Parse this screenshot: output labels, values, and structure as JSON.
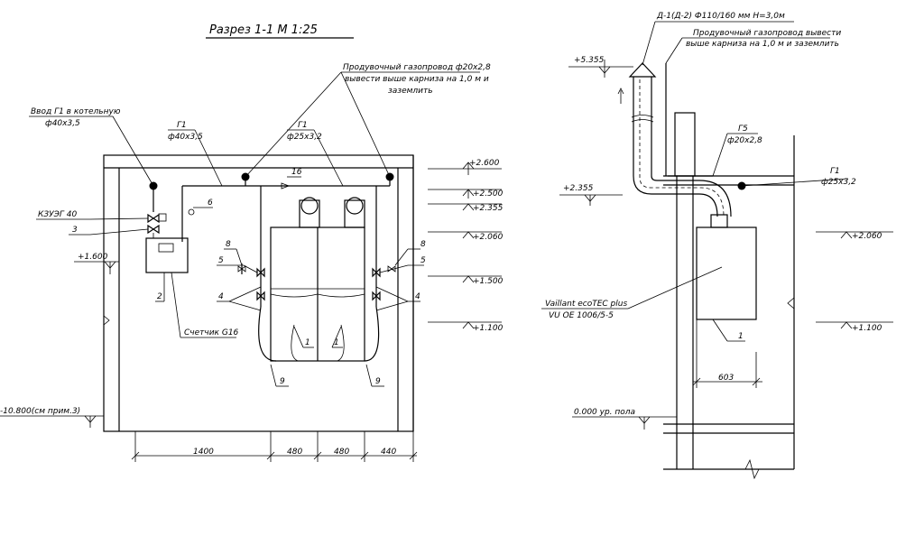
{
  "left": {
    "title": "Разрез 1-1 М 1:25",
    "purge_line1": "Продувочный газопровод ф20х2,8",
    "purge_line2": "вывести выше карниза на 1,0 м и",
    "purge_line3": "заземлить",
    "inlet_line1": "Ввод Г1 в котельную",
    "inlet_line2": "ф40х3,5",
    "g1_left_1": "Г1",
    "g1_left_2": "ф40х3,5",
    "g1_mid_1": "Г1",
    "g1_mid_2": "ф25х3,2",
    "kzuzg": "КЗУЭГ 40",
    "meter": "Счетчик G16",
    "levels": [
      "+2.600",
      "+2.500",
      "+2.355",
      "+2.060",
      "+1.500",
      "+1.100"
    ],
    "level_left": "+1.600",
    "level_floor": "-10.800(см прим.3)",
    "dims": [
      "1400",
      "480",
      "480",
      "440"
    ],
    "callouts": [
      "16",
      "6",
      "3",
      "8",
      "5",
      "4",
      "2",
      "1",
      "9",
      "8",
      "5",
      "4",
      "1",
      "9"
    ]
  },
  "right": {
    "chimney": "Д-1(Д-2) Ф110/160 мм Н=3,0м",
    "purge_line1": "Продувочный газопровод вывести",
    "purge_line2": "выше карниза на 1,0 м и заземлить",
    "g5_1": "Г5",
    "g5_2": "ф20х2,8",
    "g1_1": "Г1",
    "g1_2": "ф25х3,2",
    "levels_left": [
      "+5.355",
      "+2.355"
    ],
    "levels_right": [
      "+2.060",
      "+1.100"
    ],
    "boiler_1": "Vaillant ecoTEC plus",
    "boiler_2": "VU OE 1006/5-5",
    "callout": "1",
    "dim": "603",
    "floor": "0.000 ур. пола"
  }
}
